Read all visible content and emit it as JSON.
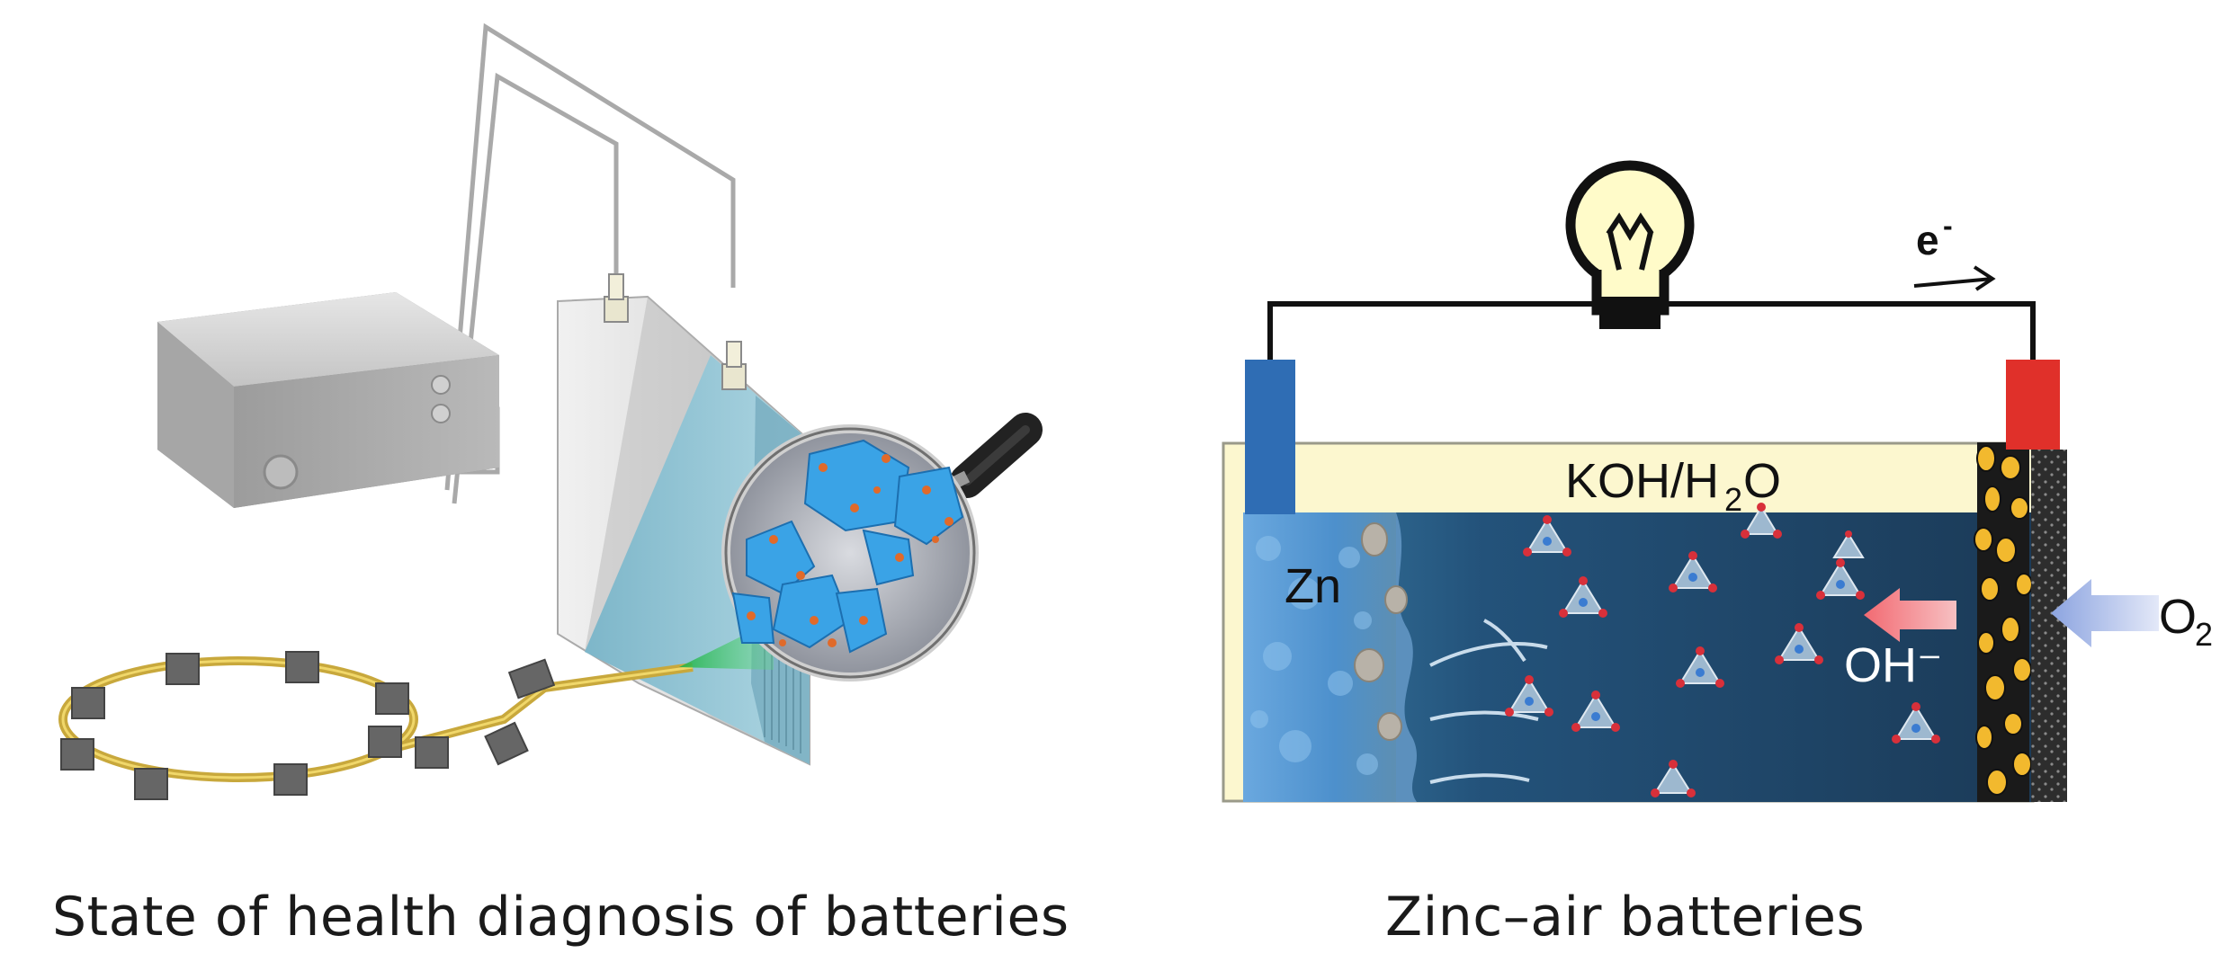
{
  "left_panel": {
    "caption": "State of health diagnosis of batteries"
  },
  "right_panel": {
    "caption": "Zinc–air batteries",
    "electron_label": "e",
    "electron_superscript": "-",
    "electrolyte_label_main": "KOH/H",
    "electrolyte_subscript": "2",
    "electrolyte_label_end": "O",
    "anode_label": "Zn",
    "hydroxide_label": "OH⁻",
    "oxygen_label": "O",
    "oxygen_subscript": "2"
  },
  "colors": {
    "electrolyte_fill": "#fcf7cf",
    "zinc_blue": "#2f6db4",
    "cathode_red": "#e0302a",
    "solution_dark": "#1d3f5c",
    "oh_arrow": "#f08b8f",
    "o2_arrow": "#aebde8",
    "bulb_fill": "#fffbc9"
  }
}
